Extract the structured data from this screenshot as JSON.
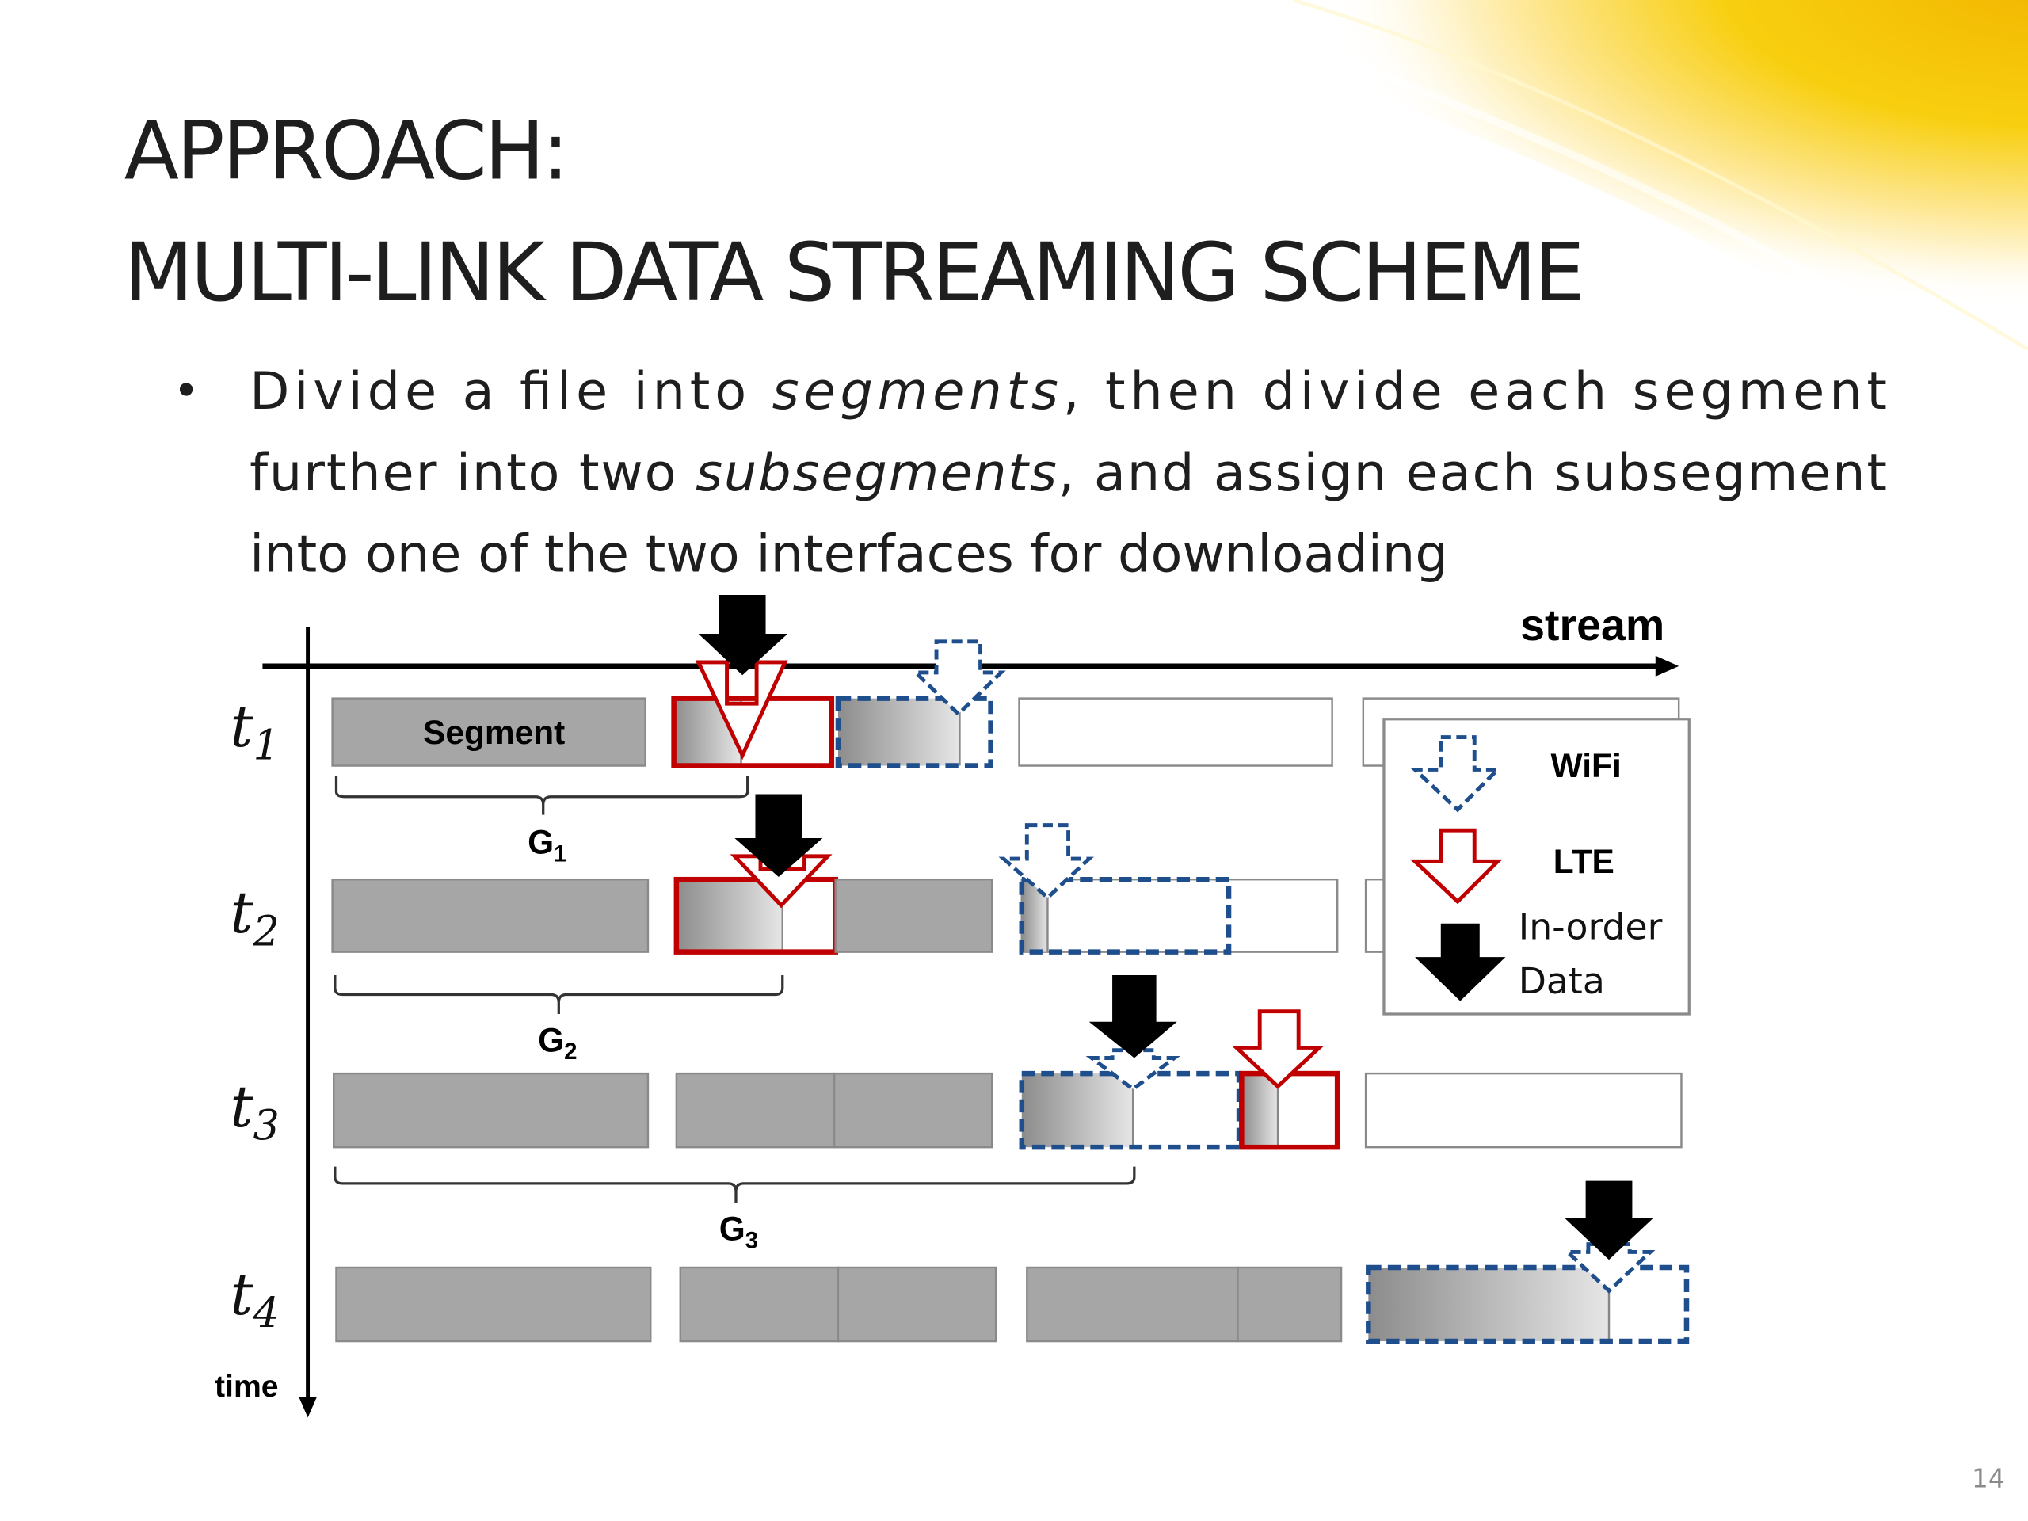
{
  "slide": {
    "title_line1": "APPROACH:",
    "title_line2": "MULTI-LINK DATA STREAMING SCHEME",
    "bullet": {
      "line1_parts": [
        "Divide a file into ",
        "segments",
        ", then divide each segment"
      ],
      "line2_parts": [
        "further into two ",
        "subsegments",
        ", and assign each subsegment"
      ],
      "line3": "into one of the two interfaces for downloading"
    },
    "page_number": "14",
    "accent_color": "#f5c000"
  },
  "diagram": {
    "stream_axis_label": "stream",
    "time_axis_label": "time",
    "segment_label": "Segment",
    "rows": [
      {
        "label": "t",
        "sub": "1"
      },
      {
        "label": "t",
        "sub": "2"
      },
      {
        "label": "t",
        "sub": "3"
      },
      {
        "label": "t",
        "sub": "4"
      }
    ],
    "groups": [
      {
        "label": "G",
        "sub": "1"
      },
      {
        "label": "G",
        "sub": "2"
      },
      {
        "label": "G",
        "sub": "3"
      }
    ],
    "legend": {
      "wifi": "WiFi",
      "lte": "LTE",
      "inorder_line1": "In-order",
      "inorder_line2": "Data"
    },
    "colors": {
      "wifi": "#1f4e8c",
      "lte": "#c00000",
      "downloaded": "#a6a6a6",
      "inorder": "#000000"
    }
  }
}
